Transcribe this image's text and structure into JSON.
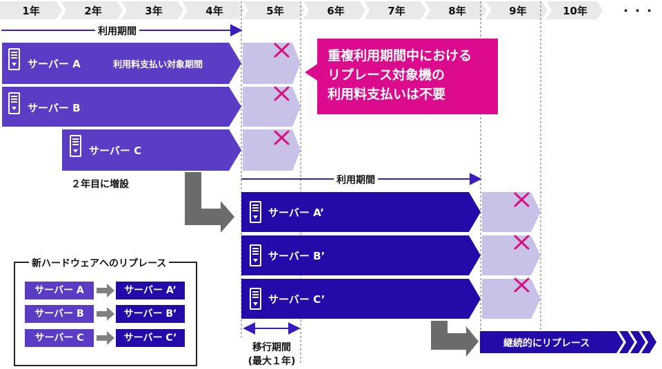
{
  "timeline": {
    "years": [
      "1年",
      "2年",
      "3年",
      "4年",
      "5年",
      "6年",
      "7年",
      "8年",
      "9年",
      "10年"
    ],
    "ellipsis": "・・・"
  },
  "period1": {
    "label": "利用期間"
  },
  "period2": {
    "label": "利用期間"
  },
  "servers_old": [
    {
      "label": "サーバー A",
      "note": "利用料支払い対象期間"
    },
    {
      "label": "サーバー B"
    },
    {
      "label": "サーバー C",
      "sub_note": "２年目に増設"
    }
  ],
  "servers_new": [
    {
      "label": "サーバー A’"
    },
    {
      "label": "サーバー B’"
    },
    {
      "label": "サーバー C’"
    }
  ],
  "callout": {
    "lines": [
      "重複利用期間中における",
      "リプレース対象機の",
      "利用料支払いは不要"
    ]
  },
  "migration": {
    "line1": "移行期間",
    "line2": "(最大１年)"
  },
  "continuous": {
    "label": "継続的にリプレース"
  },
  "legend": {
    "title": "新ハードウェアへのリプレース",
    "rows": [
      {
        "from": "サーバー A",
        "to": "サーバー A’"
      },
      {
        "from": "サーバー B",
        "to": "サーバー B’"
      },
      {
        "from": "サーバー C",
        "to": "サーバー C’"
      }
    ]
  },
  "colors": {
    "old_server": "#5b3cc4",
    "new_server": "#240aa8",
    "overlap": "#c8c1e8",
    "callout": "#dc0a8c",
    "cross": "#d8117f",
    "timeline_header": "#e9e9ec",
    "flow_arrow": "#6b6b6b"
  }
}
